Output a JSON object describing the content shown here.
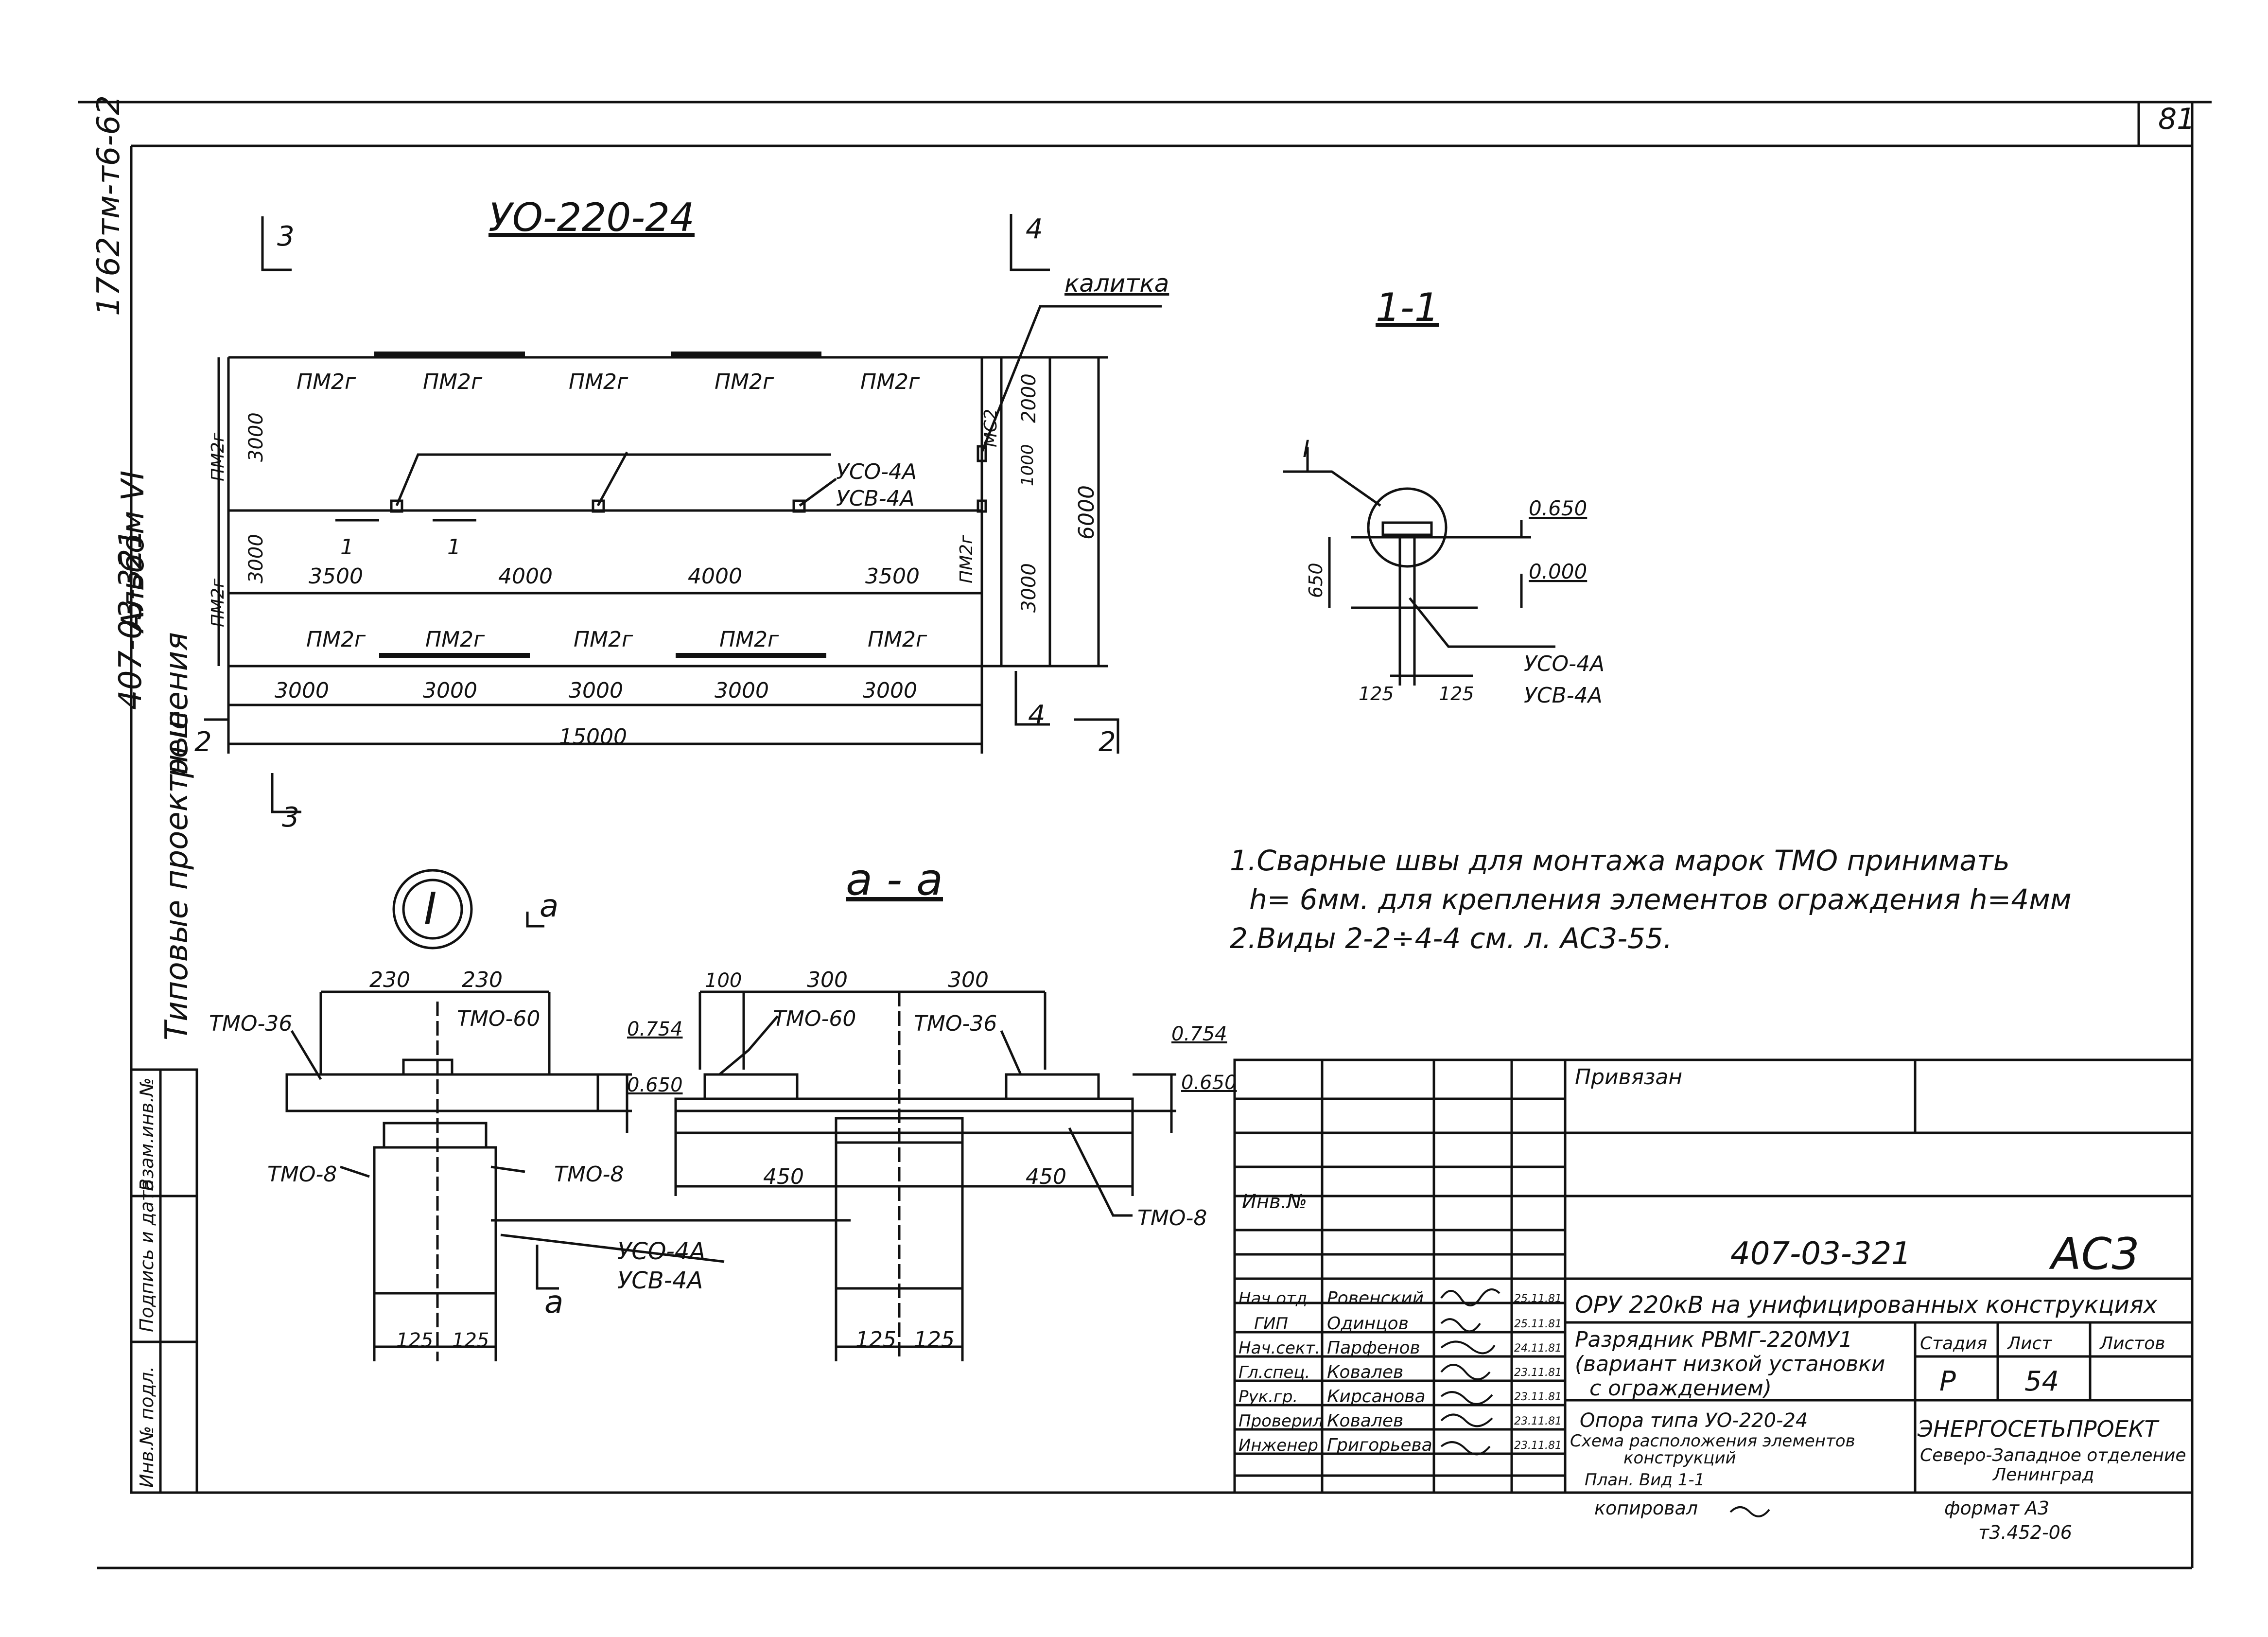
{
  "corner_mark": "81",
  "album": {
    "top_code": "1762тм-т6-62",
    "album_label": "Альбом VI",
    "project_number": "407-03-321",
    "series_line1": "Типовые проектные",
    "series_line2": "решения"
  },
  "side_stamp": {
    "cells": [
      "Инв.№ подл.",
      "Подпись и дата",
      "Взам.инв.№"
    ]
  },
  "plan": {
    "title": "УО-220-24",
    "gate_label": "калитка",
    "section_marks": [
      "3",
      "4",
      "4",
      "3",
      "2",
      "2"
    ],
    "panels_top": [
      "ПМ2г",
      "ПМ2г",
      "ПМ2г",
      "ПМ2г",
      "ПМ2г"
    ],
    "panels_bottom": [
      "ПМ2г",
      "ПМ2г",
      "ПМ2г",
      "ПМ2г",
      "ПМ2г"
    ],
    "panels_left": [
      "ПМ2г",
      "ПМ2г"
    ],
    "panels_right": [
      "МС2",
      "ПМ2г"
    ],
    "dim_left": [
      "3000",
      "3000"
    ],
    "dim_right": [
      "2000",
      "1000",
      "3000"
    ],
    "dim_total_height": "6000",
    "dim_middle": [
      "3500",
      "4000",
      "4000",
      "3500"
    ],
    "dim_bottom": [
      "3000",
      "3000",
      "3000",
      "3000",
      "3000"
    ],
    "dim_total_length": "15000",
    "support_labels": [
      "УСО-4А",
      "УСВ-4А"
    ],
    "cut_label": "1",
    "cut_label_2": "1"
  },
  "section_1_1": {
    "title": "1-1",
    "node_label": "I",
    "levels": [
      "0.650",
      "0.000"
    ],
    "height_dim": "650",
    "support_labels": [
      "УСО-4А",
      "УСВ-4А"
    ],
    "base_dims": [
      "125",
      "125"
    ]
  },
  "node_I": {
    "mark": "I",
    "cut_mark": "а",
    "dims": [
      "230",
      "230"
    ],
    "parts": [
      "ТМО-36",
      "ТМО-60",
      "ТМО-8",
      "ТМО-8"
    ],
    "levels": [
      "0.754",
      "0.650"
    ],
    "base_dims": [
      "125",
      "125"
    ],
    "support_labels": [
      "УСО-4А",
      "УСВ-4А"
    ]
  },
  "section_a_a": {
    "title": "а - а",
    "dims_top": [
      "100",
      "300",
      "300"
    ],
    "parts": [
      "ТМО-60",
      "ТМО-36",
      "ТМО-8"
    ],
    "levels": [
      "0.754",
      "0.650"
    ],
    "dims_bottom": [
      "450",
      "450"
    ],
    "base_dims": [
      "125",
      "125"
    ]
  },
  "notes": {
    "line1": "1.Сварные швы для монтажа марок ТМО принимать",
    "line2": "h= 6мм. для крепления элементов ограждения h=4мм",
    "line3": "2.Виды 2-2÷4-4 см. л. АС3-55."
  },
  "title_block": {
    "privyazan": "Привязан",
    "inv_no": "Инв.№",
    "doc_code": "407-03-321",
    "sheet_mark": "АС3",
    "project_title": "ОРУ 220кВ на унифицированных конструкциях",
    "object_line1": "Разрядник РВМГ-220МУ1",
    "object_line2": "(вариант низкой установки",
    "object_line3": "с ограждением)",
    "drawing_line1": "Опора типа УО-220-24",
    "drawing_line2": "Схема расположения элементов",
    "drawing_line3": "конструкций",
    "drawing_line4": "План. Вид 1-1",
    "stage_header": "Стадия",
    "sheet_header": "Лист",
    "sheets_header": "Листов",
    "stage": "Р",
    "sheet_no": "54",
    "org_line1": "ЭНЕРГОСЕТЬПРОЕКТ",
    "org_line2": "Северо-Западное отделение",
    "org_line3": "Ленинград",
    "copied_by": "копировал",
    "format": "формат А3",
    "extra": "т3.452-06",
    "roles": [
      {
        "role": "Нач.отд.",
        "name": "Ровенский",
        "date": "25.11.81"
      },
      {
        "role": "ГИП",
        "name": "Одинцов",
        "date": "25.11.81"
      },
      {
        "role": "Нач.сект.",
        "name": "Парфенов",
        "date": "24.11.81"
      },
      {
        "role": "Гл.спец.",
        "name": "Ковалев",
        "date": "23.11.81"
      },
      {
        "role": "Рук.гр.",
        "name": "Кирсанова",
        "date": "23.11.81"
      },
      {
        "role": "Проверил",
        "name": "Ковалев",
        "date": "23.11.81"
      },
      {
        "role": "Инженер",
        "name": "Григорьева",
        "date": "23.11.81"
      }
    ]
  }
}
